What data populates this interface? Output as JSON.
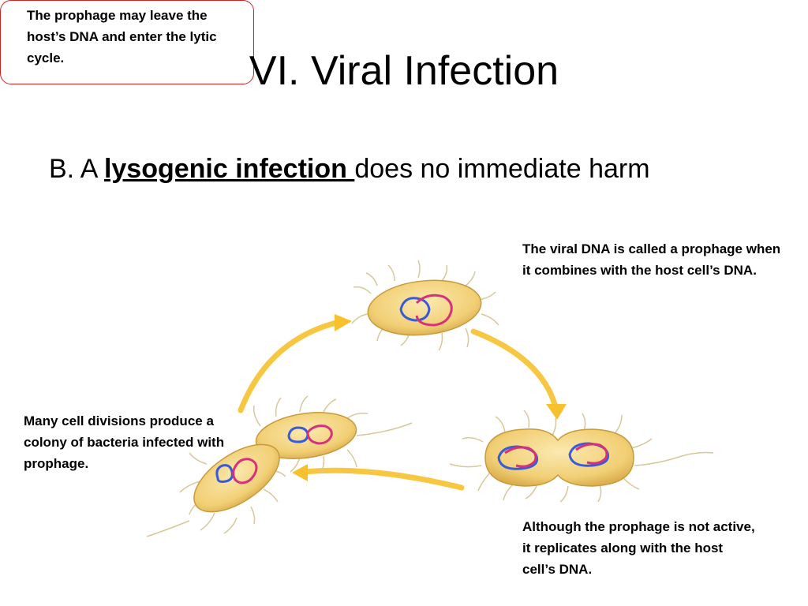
{
  "slide": {
    "title": "VI. Viral Infection",
    "subtitle_prefix": "B. A ",
    "subtitle_term": "lysogenic infection ",
    "subtitle_suffix": "does no immediate harm"
  },
  "callouts": {
    "prophage": "The viral DNA is called a prophage when it combines with the host cell’s DNA.",
    "leave": "The prophage may leave the host’s DNA and enter the lytic cycle.",
    "divisions": "Many cell divisions produce a colony of bacteria infected with prophage.",
    "replicates": "Although the prophage is not active, it replicates along with the host cell’s DNA."
  },
  "colors": {
    "cell_fill": "#f3d27a",
    "cell_edge": "#c99a3a",
    "arrow": "#f6c12c",
    "host_dna": "#3a5bd6",
    "prophage_dna": "#d6327a",
    "box_border": "#cc2222"
  }
}
